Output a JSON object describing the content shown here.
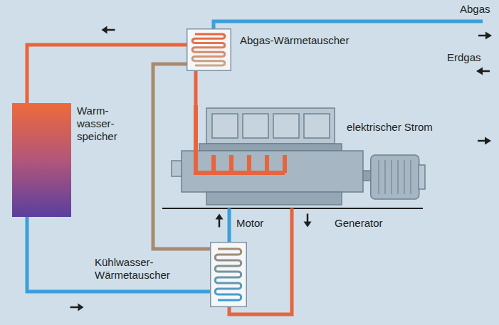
{
  "diagram": {
    "nodes": [
      {
        "text": [
          "Abgas-Wärmetauscher"
        ]
      },
      {
        "text": [
          "Warm- wasser- speicher"
        ]
      },
      {
        "text": [
          "Motor"
        ]
      },
      {
        "text": [
          "Generator"
        ]
      },
      {
        "text": [
          "Kühlwasser- Wärmetauscher"
        ]
      }
    ],
    "edges": [
      {
        "from": 0,
        "to": 1,
        "arrow": "to"
      },
      {
        "from": 1,
        "to": 4,
        "arrow": "to"
      },
      {
        "from": 4,
        "to": 0,
        "arrow": "none"
      },
      {
        "from": 4,
        "to": 2,
        "arrow": "to"
      },
      {
        "from": 2,
        "to": 4,
        "arrow": "to"
      },
      {
        "from": 2,
        "to": 0,
        "arrow": "none"
      }
    ],
    "labels": [
      "Abgas",
      "Erdgas",
      "elektrischer Strom"
    ]
  }
}
